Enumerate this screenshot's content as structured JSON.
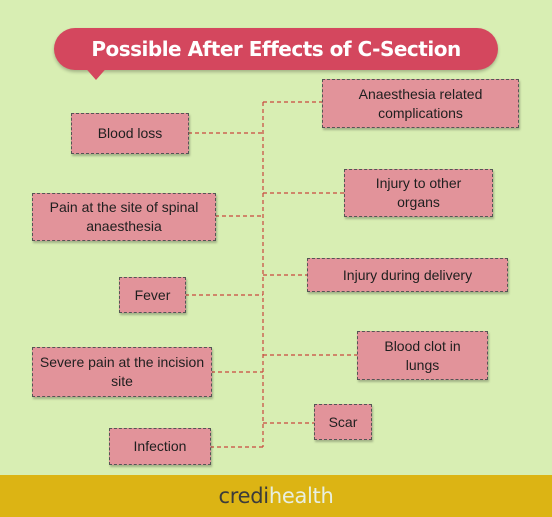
{
  "title": "Possible After Effects of C-Section",
  "left_items": [
    {
      "label": "Blood loss"
    },
    {
      "label": "Pain at the site of spinal anaesthesia"
    },
    {
      "label": "Fever"
    },
    {
      "label": "Severe pain at the incision site"
    },
    {
      "label": "Infection"
    }
  ],
  "right_items": [
    {
      "label": "Anaesthesia related complications"
    },
    {
      "label": "Injury to other organs"
    },
    {
      "label": "Injury during delivery"
    },
    {
      "label": "Blood clot in lungs"
    },
    {
      "label": "Scar"
    }
  ],
  "footer": {
    "logo_part1": "credi",
    "logo_part2": "health"
  },
  "colors": {
    "background": "#d8eeb3",
    "title_banner": "#d4475e",
    "box_fill": "#e2939a",
    "connector": "#c9473f",
    "footer_bar": "#dcb414"
  }
}
